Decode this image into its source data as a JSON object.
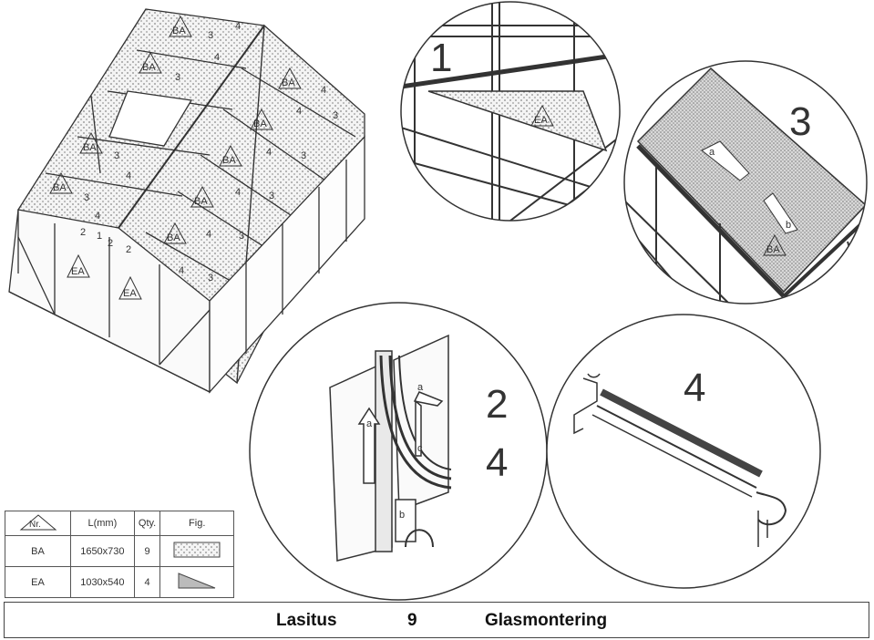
{
  "greenhouse": {
    "panel_labels": [
      "BA",
      "BA",
      "BA",
      "BA",
      "BA",
      "BA",
      "BA",
      "BA",
      "BA"
    ],
    "end_labels": [
      "EA",
      "EA"
    ],
    "numbers": [
      "3",
      "4",
      "2",
      "1"
    ]
  },
  "details": {
    "d1": {
      "step": "1",
      "panel": "EA"
    },
    "d3": {
      "step": "3",
      "panel": "BA",
      "arrow_a": "a",
      "arrow_b": "b"
    },
    "d24": {
      "step_a": "2",
      "step_b": "4",
      "arrow_a": "a",
      "arrow_b": "b",
      "arrow_c": "c"
    },
    "d4": {
      "step": "4"
    }
  },
  "parts_table": {
    "headers": [
      "Nr.",
      "L(mm)",
      "Qty.",
      "Fig."
    ],
    "rows": [
      {
        "nr": "BA",
        "length": "1650x730",
        "qty": "9"
      },
      {
        "nr": "EA",
        "length": "1030x540",
        "qty": "4"
      }
    ]
  },
  "footer": {
    "left": "Lasitus",
    "center": "9",
    "right": "Glasmontering"
  }
}
